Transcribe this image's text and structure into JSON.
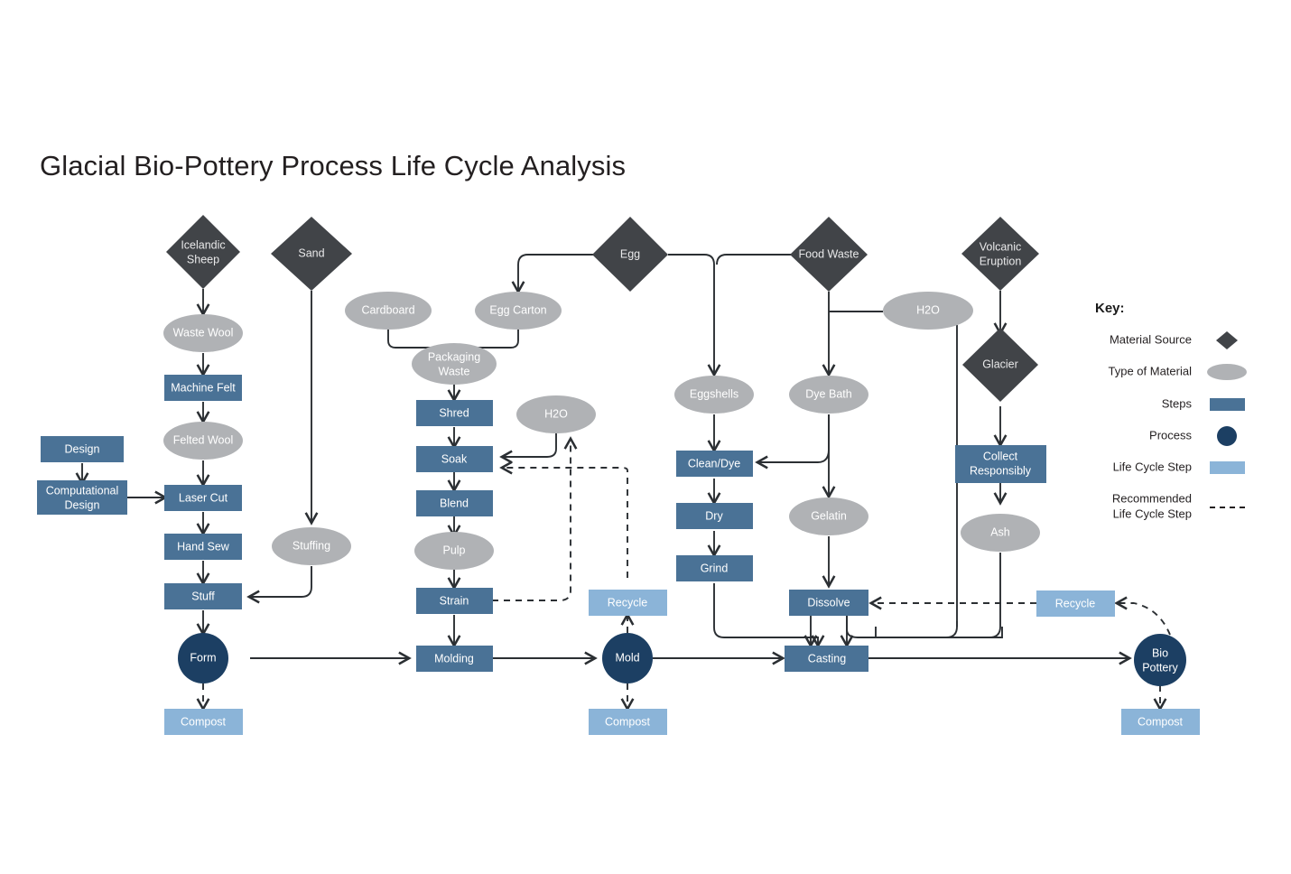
{
  "title": "Glacial Bio-Pottery Process Life Cycle Analysis",
  "colors": {
    "source_diamond": "#414448",
    "material_ellipse": "#b0b2b5",
    "step_box": "#4a7296",
    "process_circle": "#1c3f63",
    "lifecycle_box": "#8bb4d8",
    "edge": "#2b2f33",
    "text_dark": "#231f20"
  },
  "key": {
    "heading": "Key:",
    "items": [
      {
        "label": "Material Source",
        "shape": "diamond",
        "color": "#414448"
      },
      {
        "label": "Type of Material",
        "shape": "ellipse",
        "color": "#b0b2b5"
      },
      {
        "label": "Steps",
        "shape": "rect",
        "color": "#4a7296"
      },
      {
        "label": "Process",
        "shape": "circle",
        "color": "#1c3f63"
      },
      {
        "label": "Life Cycle Step",
        "shape": "rect",
        "color": "#8bb4d8"
      },
      {
        "label": "Recommended Life Cycle Step",
        "label_line1": "Recommended",
        "label_line2": "Life Cycle Step",
        "shape": "dashed-line",
        "color": "#231f20"
      }
    ]
  },
  "nodes": {
    "icelandic_sheep": {
      "label": "Icelandic Sheep",
      "line1": "Icelandic",
      "line2": "Sheep",
      "type": "source"
    },
    "sand": {
      "label": "Sand",
      "type": "source"
    },
    "egg": {
      "label": "Egg",
      "type": "source"
    },
    "food_waste": {
      "label": "Food Waste",
      "type": "source"
    },
    "volcanic_eruption": {
      "label": "Volcanic Eruption",
      "line1": "Volcanic",
      "line2": "Eruption",
      "type": "source"
    },
    "glacier": {
      "label": "Glacier",
      "type": "source"
    },
    "waste_wool": {
      "label": "Waste Wool",
      "type": "material"
    },
    "felted_wool": {
      "label": "Felted Wool",
      "type": "material"
    },
    "stuffing": {
      "label": "Stuffing",
      "type": "material"
    },
    "cardboard": {
      "label": "Cardboard",
      "type": "material"
    },
    "egg_carton": {
      "label": "Egg Carton",
      "type": "material"
    },
    "packaging_waste": {
      "label": "Packaging Waste",
      "line1": "Packaging",
      "line2": "Waste",
      "type": "material"
    },
    "h2o_pulp": {
      "label": "H2O",
      "type": "material"
    },
    "pulp": {
      "label": "Pulp",
      "type": "material"
    },
    "eggshells": {
      "label": "Eggshells",
      "type": "material"
    },
    "dye_bath": {
      "label": "Dye Bath",
      "type": "material"
    },
    "gelatin": {
      "label": "Gelatin",
      "type": "material"
    },
    "h2o_right": {
      "label": "H2O",
      "type": "material"
    },
    "ash": {
      "label": "Ash",
      "type": "material"
    },
    "machine_felt": {
      "label": "Machine Felt",
      "type": "step"
    },
    "design": {
      "label": "Design",
      "type": "step"
    },
    "computational_design": {
      "label": "Computational Design",
      "line1": "Computational",
      "line2": "Design",
      "type": "step"
    },
    "laser_cut": {
      "label": "Laser Cut",
      "type": "step"
    },
    "hand_sew": {
      "label": "Hand Sew",
      "type": "step"
    },
    "stuff": {
      "label": "Stuff",
      "type": "step"
    },
    "shred": {
      "label": "Shred",
      "type": "step"
    },
    "soak": {
      "label": "Soak",
      "type": "step"
    },
    "blend": {
      "label": "Blend",
      "type": "step"
    },
    "strain": {
      "label": "Strain",
      "type": "step"
    },
    "molding": {
      "label": "Molding",
      "type": "step"
    },
    "clean_dye": {
      "label": "Clean/Dye",
      "type": "step"
    },
    "dry": {
      "label": "Dry",
      "type": "step"
    },
    "grind": {
      "label": "Grind",
      "type": "step"
    },
    "dissolve": {
      "label": "Dissolve",
      "type": "step"
    },
    "casting": {
      "label": "Casting",
      "type": "step"
    },
    "collect_responsibly": {
      "label": "Collect Responsibly",
      "line1": "Collect",
      "line2": "Responsibly",
      "type": "step"
    },
    "form": {
      "label": "Form",
      "type": "process"
    },
    "mold": {
      "label": "Mold",
      "type": "process"
    },
    "bio_pottery": {
      "label": "Bio Pottery",
      "line1": "Bio",
      "line2": "Pottery",
      "type": "process"
    },
    "compost_left": {
      "label": "Compost",
      "type": "lifecycle"
    },
    "compost_mid": {
      "label": "Compost",
      "type": "lifecycle"
    },
    "compost_right": {
      "label": "Compost",
      "type": "lifecycle"
    },
    "recycle_mid": {
      "label": "Recycle",
      "type": "lifecycle"
    },
    "recycle_right": {
      "label": "Recycle",
      "type": "lifecycle"
    }
  }
}
